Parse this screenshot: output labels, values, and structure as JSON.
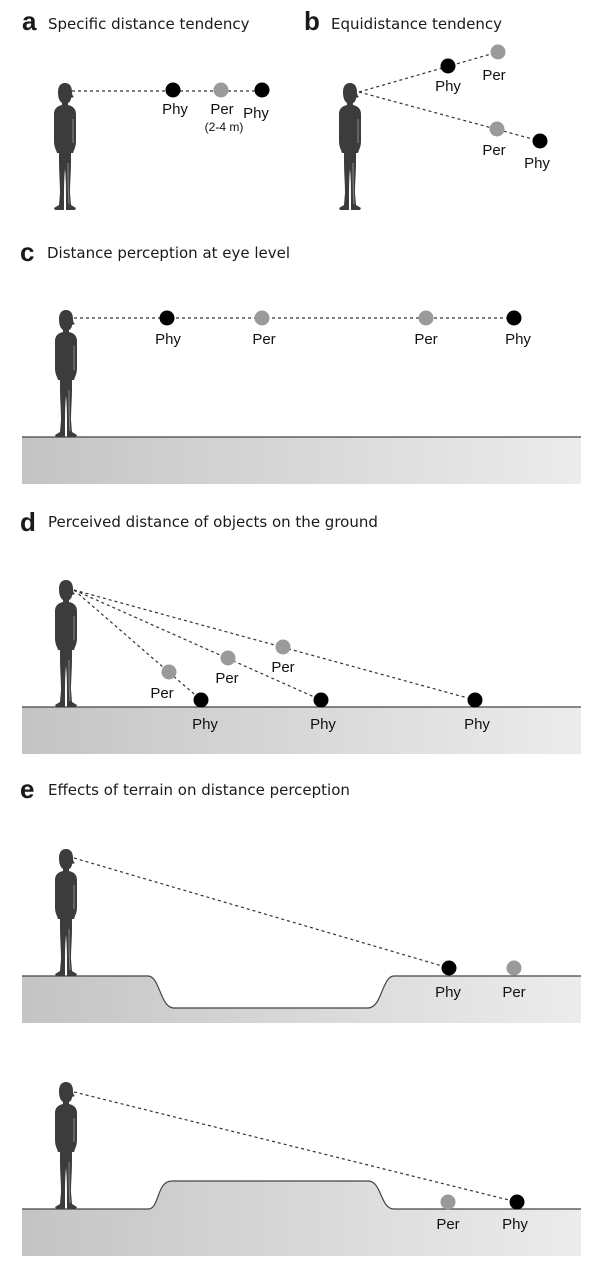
{
  "panels": {
    "a": {
      "letter": "a",
      "title": "Specific distance tendency",
      "phy1": "Phy",
      "per": "Per",
      "per_note": "(2-4 m)",
      "phy2": "Phy"
    },
    "b": {
      "letter": "b",
      "title": "Equidistance tendency",
      "phy_upper": "Phy",
      "per_upper": "Per",
      "per_lower": "Per",
      "phy_lower": "Phy"
    },
    "c": {
      "letter": "c",
      "title": "Distance perception at eye level",
      "phy1": "Phy",
      "per1": "Per",
      "per2": "Per",
      "phy2": "Phy"
    },
    "d": {
      "letter": "d",
      "title": "Perceived distance of objects on the ground",
      "per1": "Per",
      "per2": "Per",
      "per3": "Per",
      "phy1": "Phy",
      "phy2": "Phy",
      "phy3": "Phy"
    },
    "e": {
      "letter": "e",
      "title": "Effects of terrain on distance perception",
      "top_phy": "Phy",
      "top_per": "Per",
      "bottom_per": "Per",
      "bottom_phy": "Phy"
    }
  },
  "colors": {
    "physical_dot": "#000000",
    "perceived_dot": "#9a9a9a",
    "ground_fill_light": "#ececec",
    "ground_fill_dark": "#c4c4c4",
    "person": "#3c3c3c"
  }
}
